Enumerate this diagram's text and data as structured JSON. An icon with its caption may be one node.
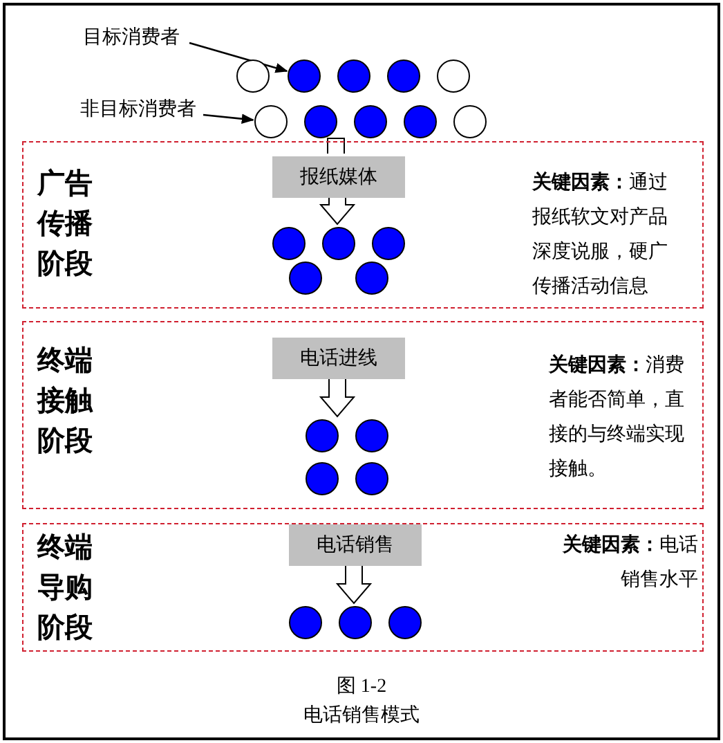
{
  "diagram": {
    "caption": "电话销售模式",
    "nodes": [
      {
        "text": [
          "目标消费者"
        ]
      },
      {
        "text": [
          "非目标消费者"
        ]
      },
      {
        "text": [],
        "shape": "circle"
      },
      {
        "text": [],
        "shape": "dot"
      },
      {
        "text": [],
        "shape": "dot"
      },
      {
        "text": [],
        "shape": "dot"
      },
      {
        "text": [],
        "shape": "circle"
      },
      {
        "text": [],
        "shape": "circle"
      },
      {
        "text": [],
        "shape": "dot"
      },
      {
        "text": [],
        "shape": "dot"
      },
      {
        "text": [],
        "shape": "dot"
      },
      {
        "text": [],
        "shape": "circle"
      },
      {
        "text": [
          "广告传播阶段",
          "**关键因素：**通过报纸软文对产品深度说服，硬广传播活动信息"
        ]
      },
      {
        "text": [
          "报纸媒体"
        ],
        "in": 12
      },
      {
        "text": [],
        "shape": "dot",
        "in": 12
      },
      {
        "text": [],
        "shape": "dot",
        "in": 12
      },
      {
        "text": [],
        "shape": "dot",
        "in": 12
      },
      {
        "text": [],
        "shape": "dot",
        "in": 12
      },
      {
        "text": [],
        "shape": "dot",
        "in": 12
      },
      {
        "text": [
          "终端接触阶段",
          "**关键因素：**消费者能否简单，直接的与终端实现接触。"
        ]
      },
      {
        "text": [
          "电话进线"
        ],
        "in": 19
      },
      {
        "text": [],
        "shape": "dot",
        "in": 19
      },
      {
        "text": [],
        "shape": "dot",
        "in": 19
      },
      {
        "text": [],
        "shape": "dot",
        "in": 19
      },
      {
        "text": [],
        "shape": "dot",
        "in": 19
      },
      {
        "text": [
          "终端导购阶段",
          "**关键因素：**电话销售水平"
        ]
      },
      {
        "text": [
          "电话销售"
        ],
        "in": 25
      },
      {
        "text": [],
        "shape": "dot",
        "in": 25
      },
      {
        "text": [],
        "shape": "dot",
        "in": 25
      },
      {
        "text": [],
        "shape": "dot",
        "in": 25
      }
    ],
    "edges": [
      {
        "from": 0,
        "to": 3,
        "arrow": "to"
      },
      {
        "from": 1,
        "to": 7,
        "arrow": "to"
      },
      {
        "from": 9,
        "to": 13,
        "arrow": "none"
      },
      {
        "from": 13,
        "to": 15,
        "arrow": "to"
      },
      {
        "from": 20,
        "to": 21,
        "arrow": "to"
      },
      {
        "from": 26,
        "to": 28,
        "arrow": "to"
      }
    ],
    "labels": [
      "图 1-2"
    ]
  }
}
